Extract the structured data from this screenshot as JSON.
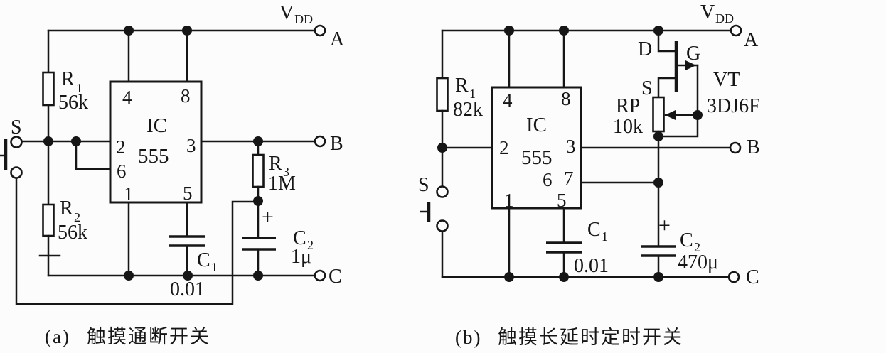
{
  "captions": {
    "a_tag": "(a)",
    "a_text": "触摸通断开关",
    "b_tag": "(b)",
    "b_text": "触摸长延时定时开关"
  },
  "a": {
    "vdd_main": "V",
    "vdd_sub": "DD",
    "term_a": "A",
    "term_b": "B",
    "term_c": "C",
    "touch_label": "S",
    "ic_name": "IC",
    "ic_model": "555",
    "pins": {
      "p1": "1",
      "p2": "2",
      "p3": "3",
      "p4": "4",
      "p5": "5",
      "p6": "6",
      "p8": "8"
    },
    "r1_sym": "R",
    "r1_sub": "1",
    "r1_val": "56k",
    "r2_sym": "R",
    "r2_sub": "2",
    "r2_val": "56k",
    "r3_sym": "R",
    "r3_sub": "3",
    "r3_val": "1M",
    "c1_sym": "C",
    "c1_sub": "1",
    "c1_val": "0.01",
    "c2_sym": "C",
    "c2_sub": "2",
    "c2_val": "1μ",
    "c2_plus": "+"
  },
  "b": {
    "vdd_main": "V",
    "vdd_sub": "DD",
    "term_a": "A",
    "term_b": "B",
    "term_c": "C",
    "touch_label": "S",
    "ic_name": "IC",
    "ic_model": "555",
    "pins": {
      "p1": "1",
      "p2": "2",
      "p3": "3",
      "p4": "4",
      "p5": "5",
      "p6": "6",
      "p7": "7",
      "p8": "8"
    },
    "r1_sym": "R",
    "r1_sub": "1",
    "r1_val": "82k",
    "rp_sym": "RP",
    "rp_val": "10k",
    "c1_sym": "C",
    "c1_sub": "1",
    "c1_val": "0.01",
    "c2_sym": "C",
    "c2_sub": "2",
    "c2_val": "470μ",
    "c2_plus": "+",
    "vt_name": "VT",
    "vt_model": "3DJ6F",
    "vt_d": "D",
    "vt_g": "G",
    "vt_s": "S"
  }
}
